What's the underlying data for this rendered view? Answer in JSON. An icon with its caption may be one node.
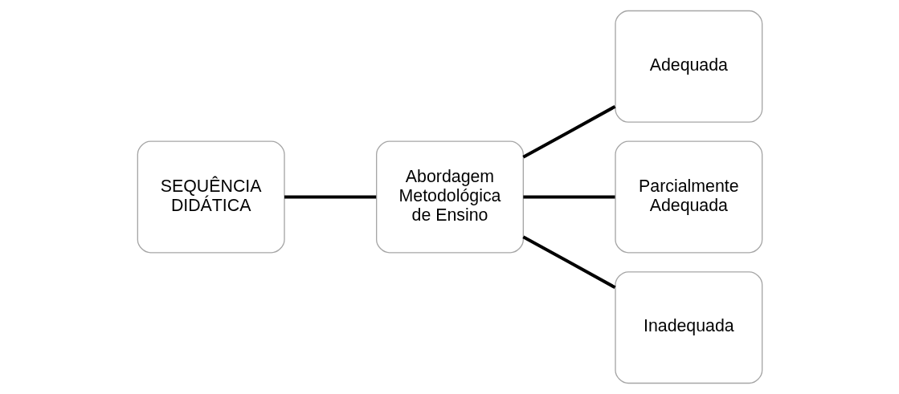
{
  "diagram": {
    "nodes": [
      {
        "text": [
          "SEQUÊNCIA DIDÁTICA"
        ]
      },
      {
        "text": [
          "Abordagem Metodológica de Ensino"
        ]
      },
      {
        "text": [
          "Adequada"
        ]
      },
      {
        "text": [
          "Parcialmente Adequada"
        ]
      },
      {
        "text": [
          "Inadequada"
        ]
      }
    ],
    "edges": [
      {
        "from": 0,
        "to": 1,
        "arrow": "none"
      },
      {
        "from": 1,
        "to": 2,
        "arrow": "none"
      },
      {
        "from": 1,
        "to": 3,
        "arrow": "none"
      },
      {
        "from": 1,
        "to": 4,
        "arrow": "none"
      }
    ]
  }
}
